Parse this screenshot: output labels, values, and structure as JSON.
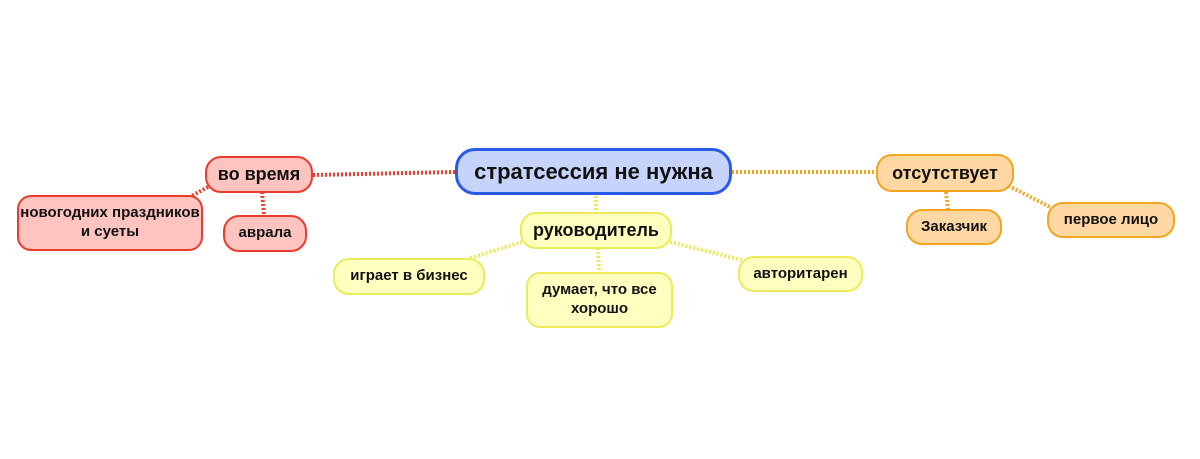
{
  "root": {
    "label": "стратсессия не нужна"
  },
  "branches": {
    "during": {
      "label": "во время",
      "color": "#ee3b2b",
      "children": [
        "новогодних праздников и суеты",
        "аврала"
      ]
    },
    "leader": {
      "label": "руководитель",
      "color": "#eaea5a",
      "children": [
        "играет в бизнес",
        "думает, что все хорошо",
        "авторитарен"
      ]
    },
    "absent": {
      "label": "отсутствует",
      "color": "#f4a520",
      "children": [
        "Заказчик",
        "первое лицо"
      ]
    }
  },
  "colors": {
    "root_fill": "#c6d3fb",
    "root_border": "#2a5be8",
    "red_fill": "#ffc4c0",
    "orange_fill": "#ffd7a3",
    "yellow_fill": "#ffffc0"
  }
}
